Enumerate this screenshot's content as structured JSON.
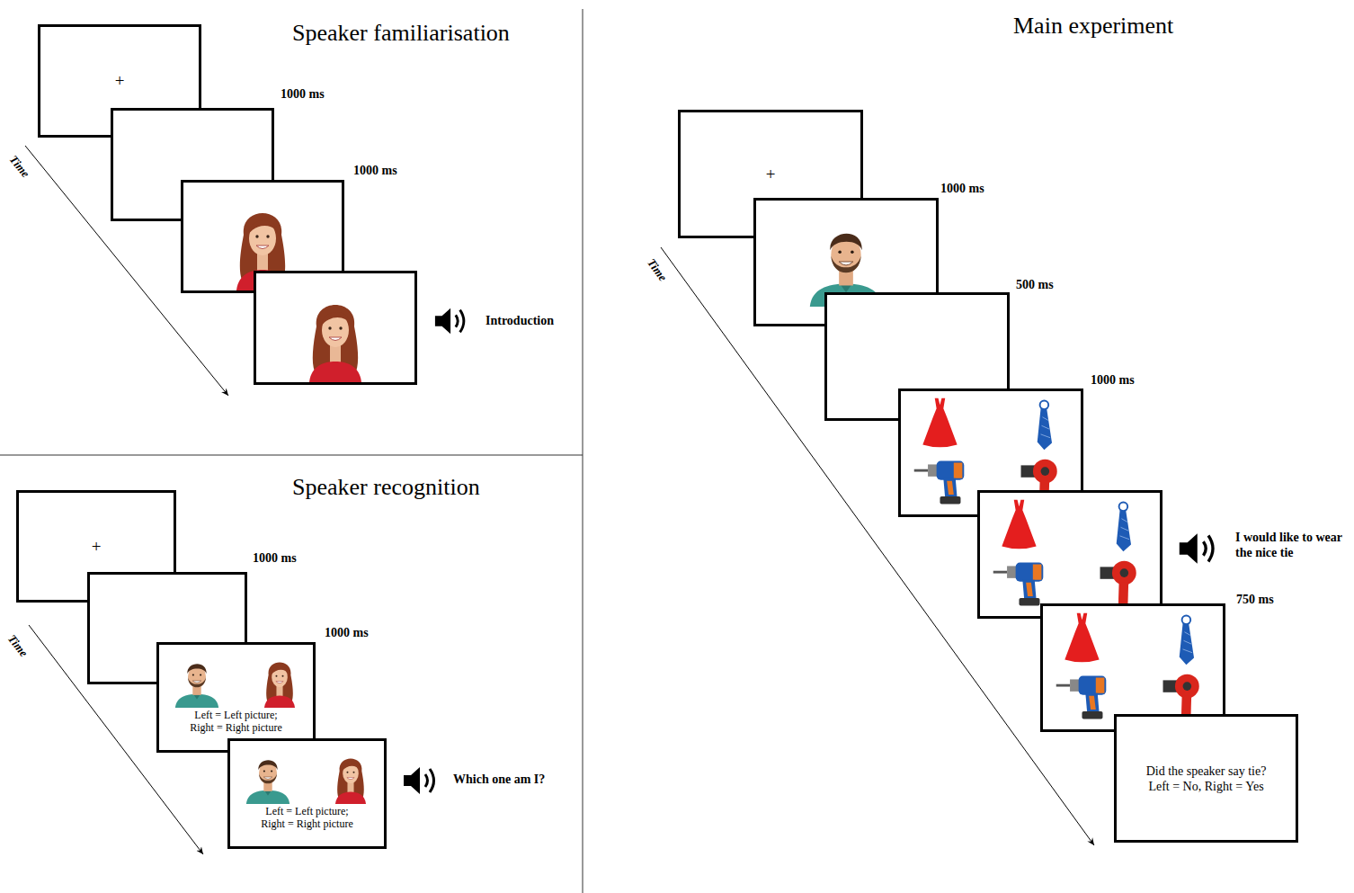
{
  "diagram": {
    "nodes": [
      {
        "text": [
          "+"
        ]
      },
      {
        "text": [
          "+"
        ]
      },
      {
        "text": [
          "Left = Left picture;",
          "Right = Right picture"
        ]
      },
      {
        "text": [
          "Left = Left picture;",
          "Right = Right picture"
        ]
      },
      {
        "text": [
          "+"
        ]
      },
      {
        "text": [
          "Did the speaker say tie?",
          "Left = No, Right = Yes"
        ]
      }
    ],
    "labels": [
      "Speaker familiarisation",
      "Time",
      "1000 ms",
      "1000 ms",
      "Introduction",
      "Speaker recognition",
      "Time",
      "1000 ms",
      "1000 ms",
      "Which one am I?",
      "Main experiment",
      "Time",
      "1000 ms",
      "500 ms",
      "1000 ms",
      "I would like to wear the nice tie",
      "750 ms"
    ]
  }
}
